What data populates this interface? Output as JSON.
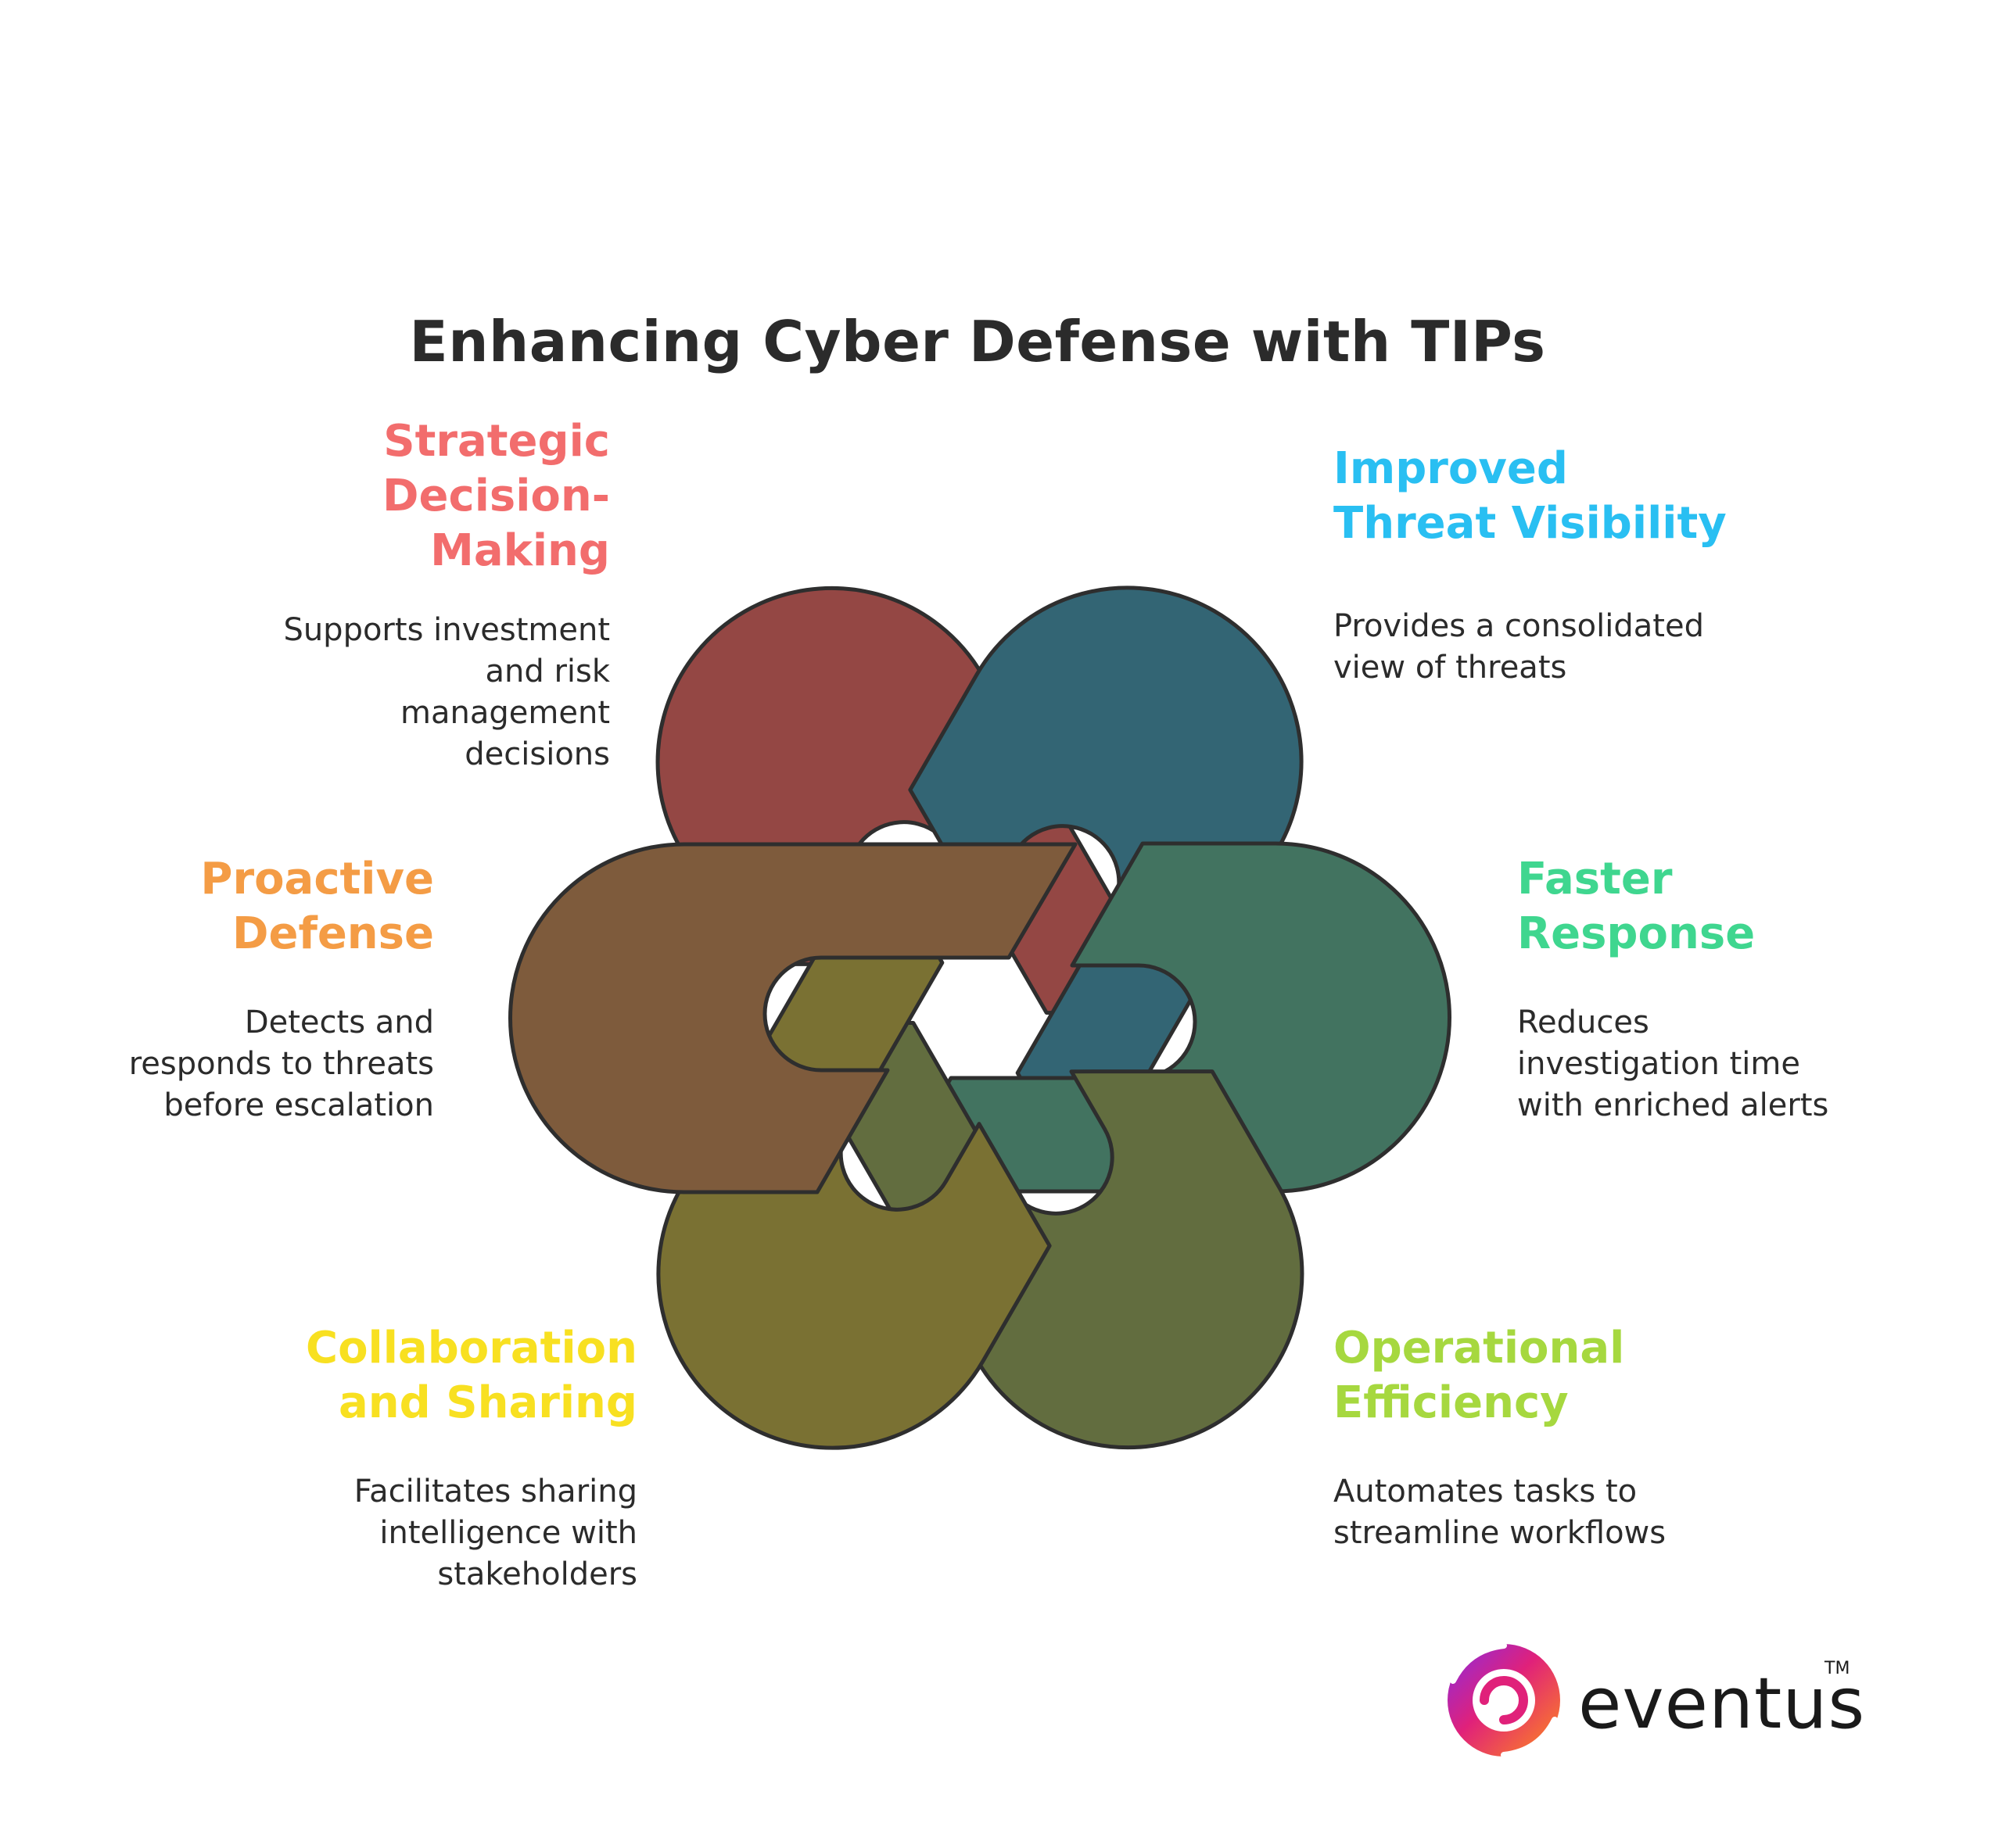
{
  "title": "Enhancing Cyber Defense with TIPs",
  "items": [
    {
      "id": "strategic",
      "title_lines": [
        "Strategic",
        "Decision-",
        "Making"
      ],
      "desc_lines": [
        "Supports investment",
        "and risk",
        "management",
        "decisions"
      ],
      "title_color": "#f26d6d",
      "segment_color": "#944744"
    },
    {
      "id": "visibility",
      "title_lines": [
        "Improved",
        "Threat Visibility"
      ],
      "desc_lines": [
        "Provides a consolidated",
        "view of threats"
      ],
      "title_color": "#29bff2",
      "segment_color": "#336574"
    },
    {
      "id": "proactive",
      "title_lines": [
        "Proactive",
        "Defense"
      ],
      "desc_lines": [
        "Detects and",
        "responds to threats",
        "before escalation"
      ],
      "title_color": "#f49c45",
      "segment_color": "#7e5b3c"
    },
    {
      "id": "faster",
      "title_lines": [
        "Faster",
        "Response"
      ],
      "desc_lines": [
        "Reduces",
        "investigation time",
        "with enriched alerts"
      ],
      "title_color": "#3fd68f",
      "segment_color": "#427360"
    },
    {
      "id": "collab",
      "title_lines": [
        "Collaboration",
        "and Sharing"
      ],
      "desc_lines": [
        "Facilitates sharing",
        "intelligence with",
        "stakeholders"
      ],
      "title_color": "#f8e021",
      "segment_color": "#7a7133"
    },
    {
      "id": "operational",
      "title_lines": [
        "Operational",
        "Efficiency"
      ],
      "desc_lines": [
        "Automates tasks to",
        "streamline workflows"
      ],
      "title_color": "#a6d83f",
      "segment_color": "#626d3f"
    }
  ],
  "brand": {
    "name": "eventus",
    "trademark": "TM"
  }
}
